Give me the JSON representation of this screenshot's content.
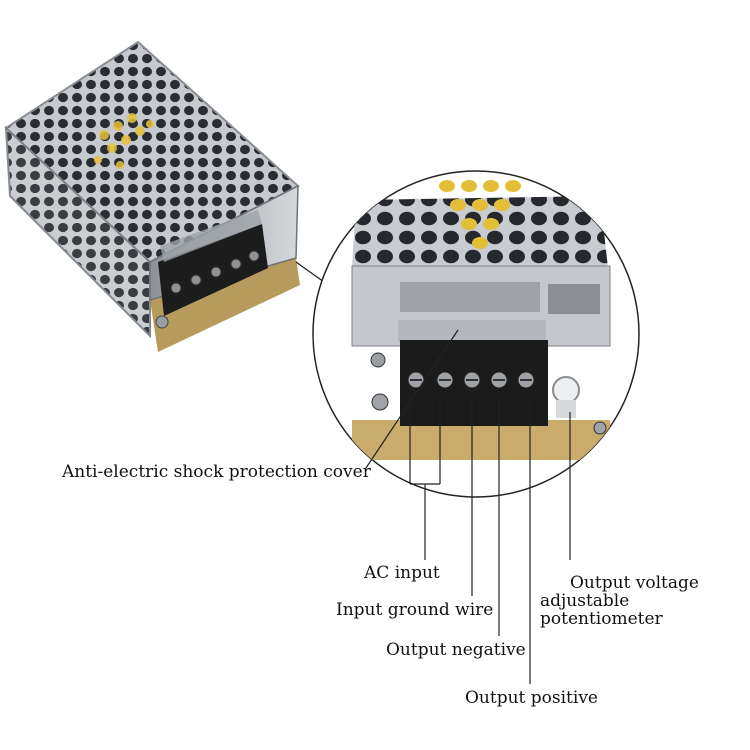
{
  "labels": {
    "cover": "Anti-electric shock protection cover",
    "ac_input": "AC input",
    "ground": "Input ground wire",
    "out_negative": "Output negative",
    "out_positive": "Output positive",
    "potentiometer_line1": "Output voltage",
    "potentiometer_line2": "adjustable potentiometer"
  },
  "colors": {
    "metal": "#b9bdc2",
    "metal_dark": "#5b5f64",
    "terminal_black": "#1b1b1b",
    "pcb_yellow": "#e8c33a",
    "board_tan": "#c9ab6b"
  }
}
